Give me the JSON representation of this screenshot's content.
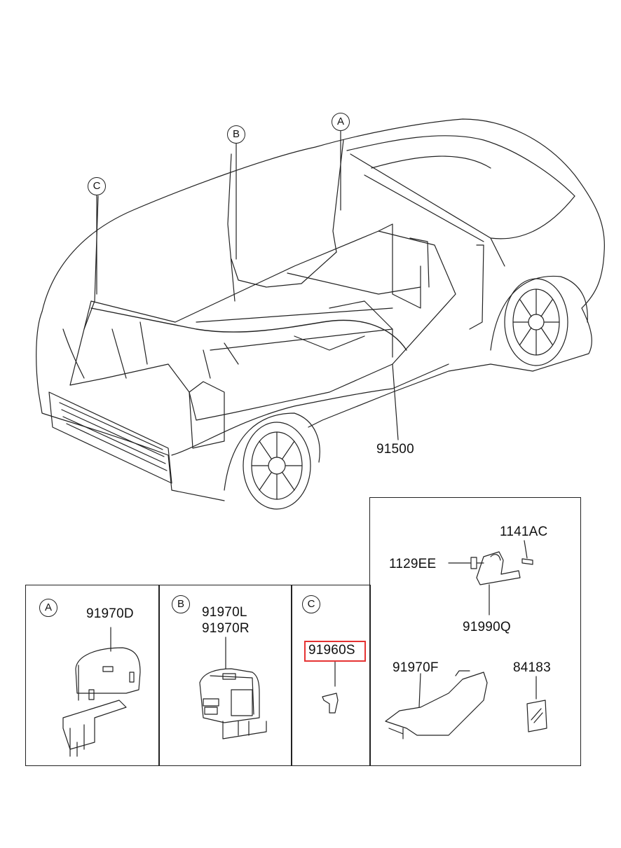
{
  "callouts": {
    "a": "A",
    "b": "B",
    "c": "C"
  },
  "main_part": "91500",
  "panel_a": {
    "letter": "A",
    "part": "91970D"
  },
  "panel_b": {
    "letter": "B",
    "part_1": "91970L",
    "part_2": "91970R"
  },
  "panel_c": {
    "letter": "C",
    "part": "91960S"
  },
  "panel_right": {
    "bolt": "1141AC",
    "screw": "1129EE",
    "bracket": "91990Q",
    "protector": "91970F",
    "tape": "84183"
  },
  "colors": {
    "line": "#222222",
    "highlight": "#e53333"
  }
}
